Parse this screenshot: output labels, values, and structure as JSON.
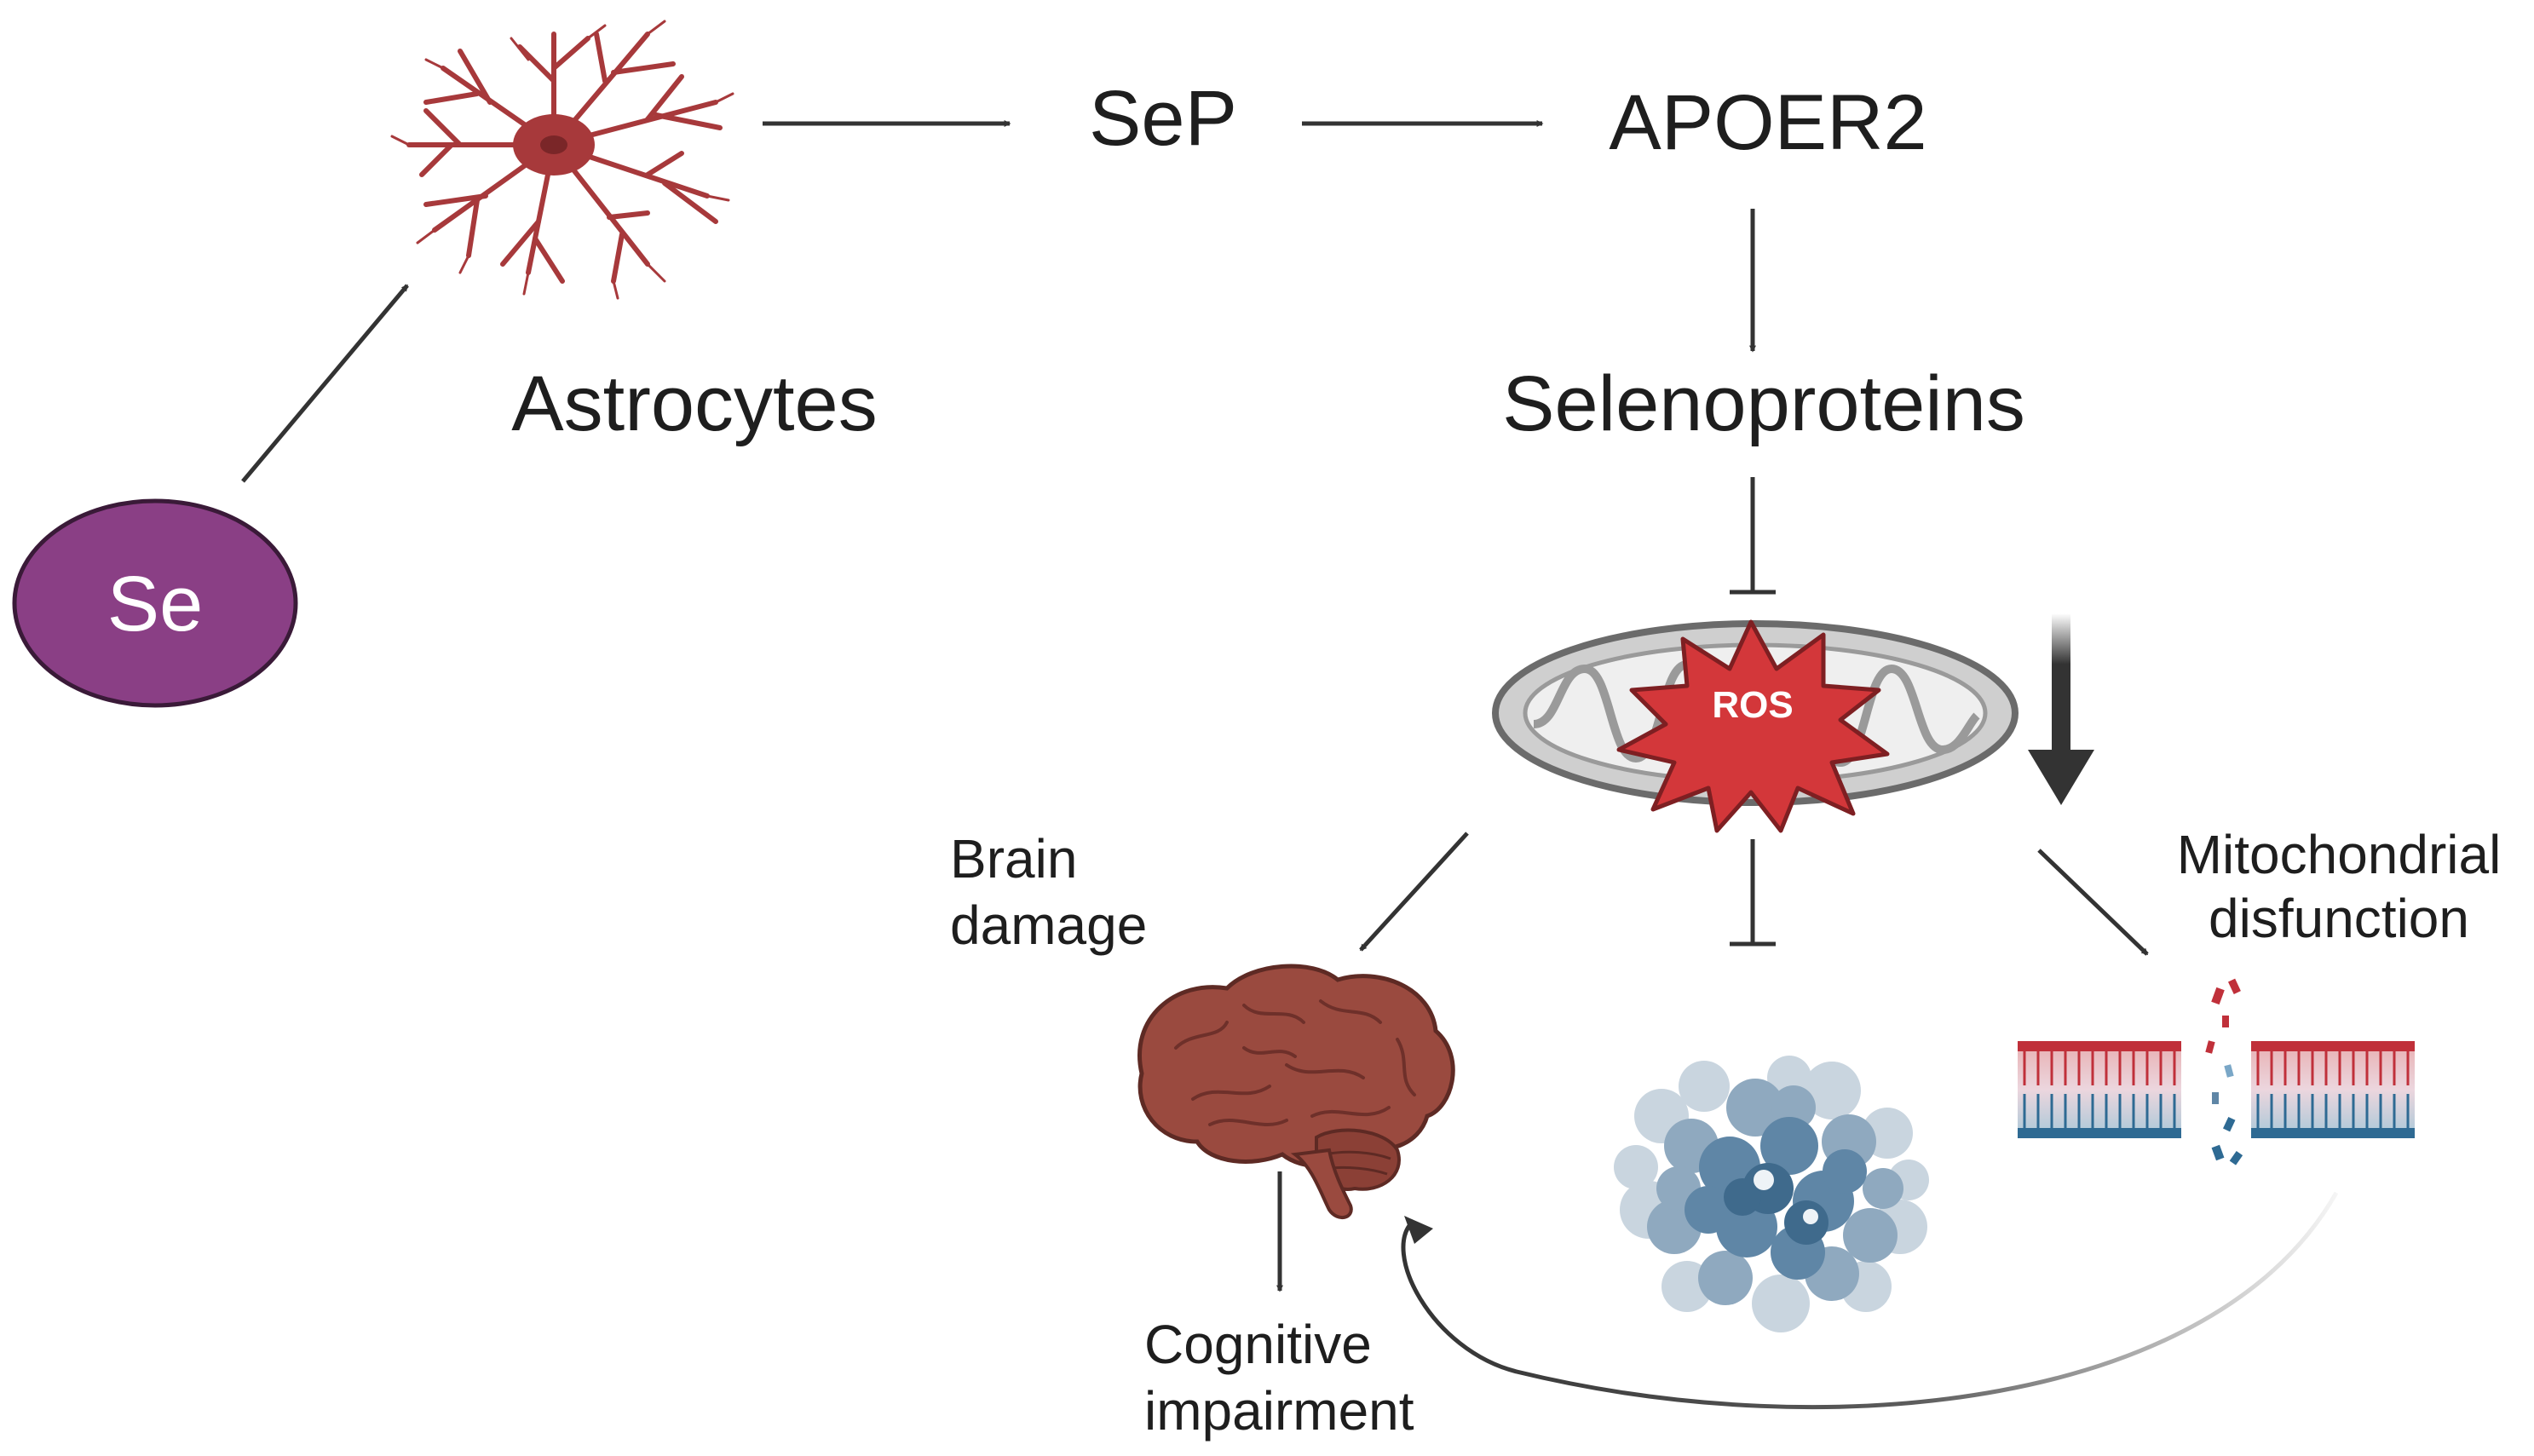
{
  "nodes": {
    "se": "Se",
    "astrocytes": "Astrocytes",
    "sep": "SeP",
    "apoer2": "APOER2",
    "selenoproteins": "Selenoproteins",
    "ros": "ROS",
    "brain_damage": [
      "Brain",
      "damage"
    ],
    "mitochondrial_dysfunction": [
      "Mitochondrial",
      "disfunction"
    ],
    "cognitive_impairment": [
      "Cognitive",
      "impairment"
    ]
  },
  "colors": {
    "se_fill": "#8a3f85",
    "astrocyte": "#a7393b",
    "ros_fill": "#d3373a",
    "mito": "#bdbdbd",
    "brain": "#9a4a3f",
    "protein": "#5f86a6",
    "membrane_red": "#c0303a",
    "membrane_blue": "#2e6a93",
    "arrow": "#333333"
  },
  "icons": [
    "astrocyte-icon",
    "mitochondrion-icon",
    "brain-icon",
    "protein-aggregate-icon",
    "lipid-membrane-icon"
  ]
}
